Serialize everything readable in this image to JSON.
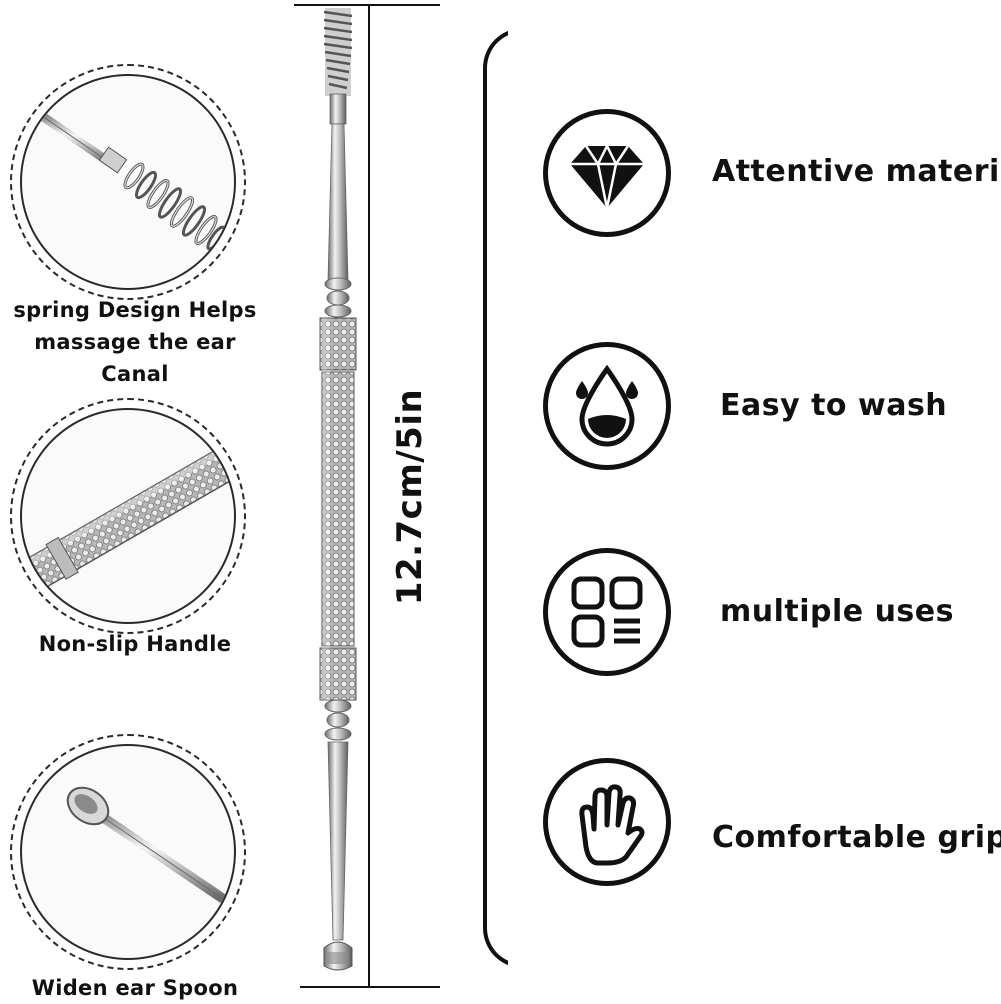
{
  "details": [
    {
      "caption_line1": "spring Design Helps",
      "caption_line2": "massage the ear Canal"
    },
    {
      "caption_line1": "Non-slip Handle"
    },
    {
      "caption_line1": "Widen ear Spoon"
    }
  ],
  "dimension": {
    "label": "12.7cm/5in"
  },
  "features": [
    {
      "label": "Attentive material",
      "icon": "diamond-icon"
    },
    {
      "label": "Easy to wash",
      "icon": "water-drop-icon"
    },
    {
      "label": "multiple uses",
      "icon": "grid-icon"
    },
    {
      "label": "Comfortable grip",
      "icon": "hand-icon"
    }
  ],
  "colors": {
    "ink": "#111111",
    "steel_light": "#e6e6e6",
    "steel_dark": "#7a7a7a"
  }
}
